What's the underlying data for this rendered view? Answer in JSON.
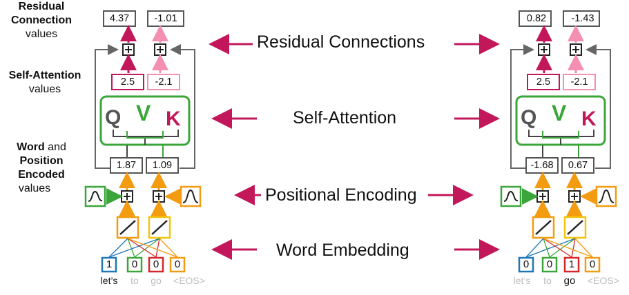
{
  "labels": {
    "residual_bold_1": "Residual",
    "residual_bold_2": "Connection",
    "residual_rest": "values",
    "attention_bold": "Self-Attention",
    "attention_rest": "values",
    "word_bold": "Word",
    "word_and": "and",
    "position_bold_1": "Position",
    "position_bold_2": "Encoded",
    "position_rest": "values"
  },
  "center_labels": {
    "residual": "Residual Connections",
    "attention": "Self-Attention",
    "positional": "Positional Encoding",
    "embedding": "Word Embedding"
  },
  "attention_letters": {
    "q": "Q",
    "v": "V",
    "k": "K"
  },
  "left": {
    "residual": [
      "4.37",
      "-1.01"
    ],
    "attention": [
      "2.5",
      "-2.1"
    ],
    "encoded": [
      "1.87",
      "1.09"
    ],
    "one_hot": [
      "1",
      "0",
      "0",
      "0"
    ],
    "tokens": [
      "let’s",
      "to",
      "go",
      "<EOS>"
    ],
    "active_token": 0
  },
  "right": {
    "residual": [
      "0.82",
      "-1.43"
    ],
    "attention": [
      "2.5",
      "-2.1"
    ],
    "encoded": [
      "-1.68",
      "0.67"
    ],
    "one_hot": [
      "0",
      "0",
      "1",
      "0"
    ],
    "tokens": [
      "let’s",
      "to",
      "go",
      "<EOS>"
    ],
    "active_token": 2
  },
  "colors": {
    "magenta": "#c2185b",
    "pink": "#f48fb1",
    "green": "#3aa63a",
    "orange": "#f39c12",
    "yellow": "#f1c40f",
    "blue": "#1f77b4",
    "red": "#d62728",
    "gray": "#666666",
    "inactive_token": "#bbbbbb"
  },
  "icons": {
    "add": "plus-box-icon",
    "sine": "sine-wave-icon",
    "bell": "bell-curve-icon",
    "linear": "linear-activation-icon"
  }
}
